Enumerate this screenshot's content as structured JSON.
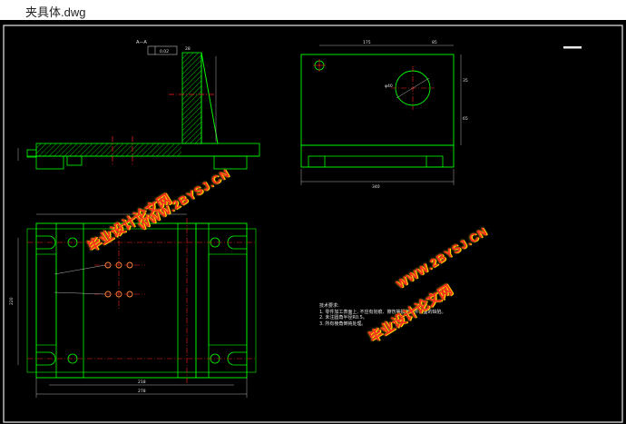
{
  "window": {
    "title": "夹具体.dwg"
  },
  "drawing": {
    "section_label": "A—A",
    "tech_notes": {
      "heading": "技术要求:",
      "items": [
        "1. 零件加工表面上, 不应有划痕、擦伤等损伤零件表面的缺陷。",
        "2. 未注圆角半径R0.5。",
        "3. 所有棱角倒钝处理。"
      ]
    },
    "dims": {
      "top_right_width": "340",
      "top_right_a": "175",
      "top_right_b": "85",
      "top_right_c": "35",
      "top_right_d": "65",
      "hole_label": "φ40",
      "bottom_inner": "218",
      "bottom_outer": "278",
      "left_height": "220",
      "section_top": "28",
      "tolerance": "0.02"
    }
  },
  "watermark": {
    "cn_text": "毕业设计论文网",
    "url_text": "WWW.2BYSJ.CN"
  },
  "colors": {
    "background": "#000000",
    "outline": "#00ff00",
    "center_line": "#ff2020",
    "dimension": "#e0e0e0",
    "hatch": "#00ff00",
    "hole": "#ff8a3c",
    "watermark": "#ff2a1f"
  }
}
